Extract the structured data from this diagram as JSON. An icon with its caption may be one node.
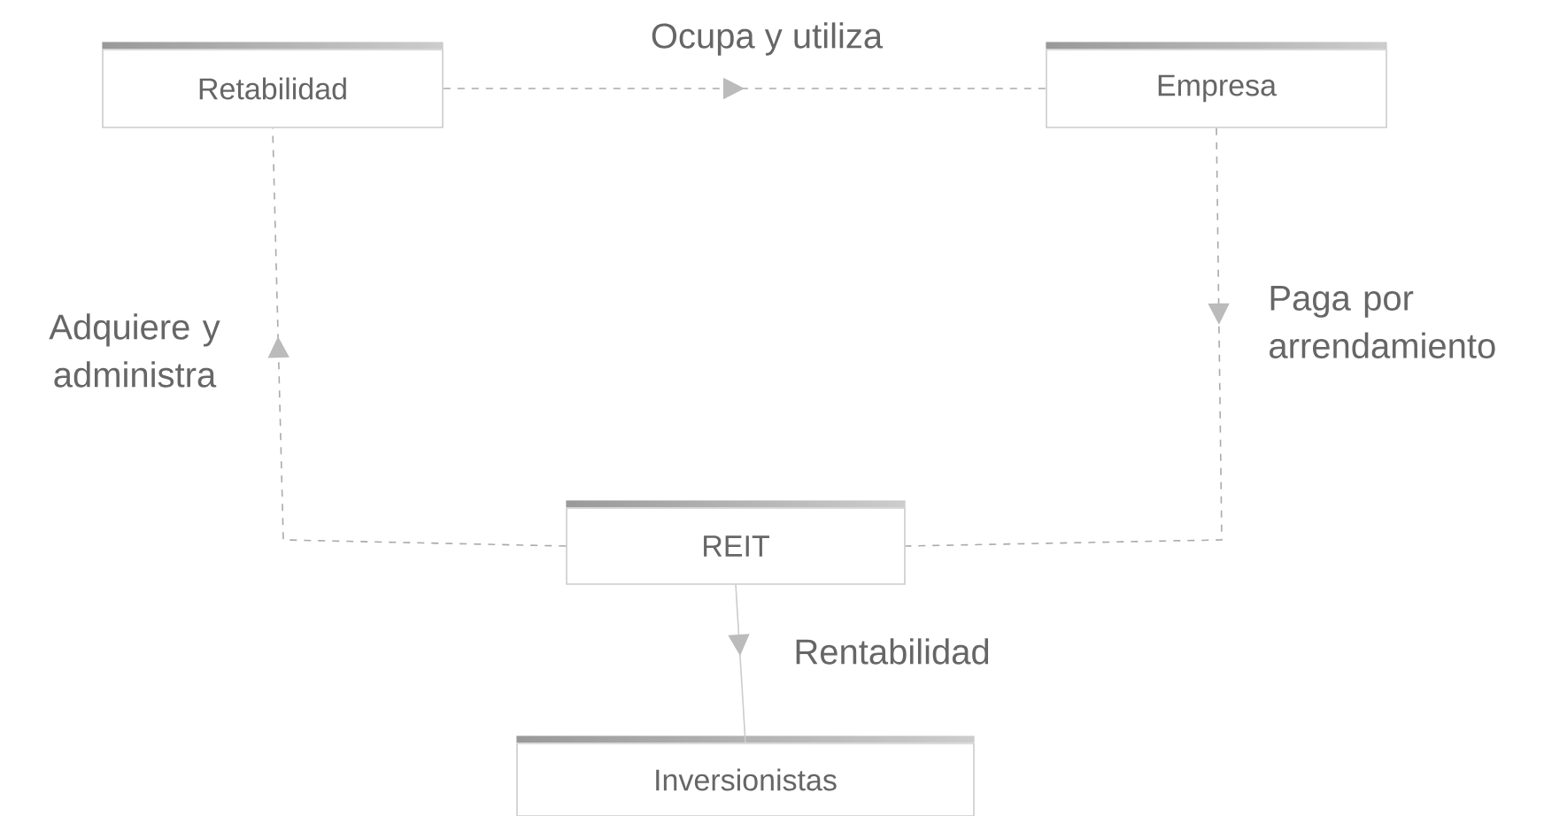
{
  "diagram": {
    "nodes": [
      {
        "text": [
          "Retabilidad"
        ]
      },
      {
        "text": [
          "Empresa"
        ]
      },
      {
        "text": [
          "REIT"
        ]
      },
      {
        "text": [
          "Inversionistas"
        ]
      }
    ],
    "edges": [
      {
        "from": 0,
        "to": 1,
        "arrow": "to",
        "style": "dashed",
        "label": "Ocupa y utiliza"
      },
      {
        "from": 1,
        "to": 2,
        "arrow": "to",
        "style": "dashed",
        "label": "Paga por arrendamiento"
      },
      {
        "from": 2,
        "to": 0,
        "arrow": "to",
        "style": "dashed",
        "label": "Adquiere y administra"
      },
      {
        "from": 2,
        "to": 3,
        "arrow": "to",
        "label": "Rentabilidad"
      }
    ]
  }
}
